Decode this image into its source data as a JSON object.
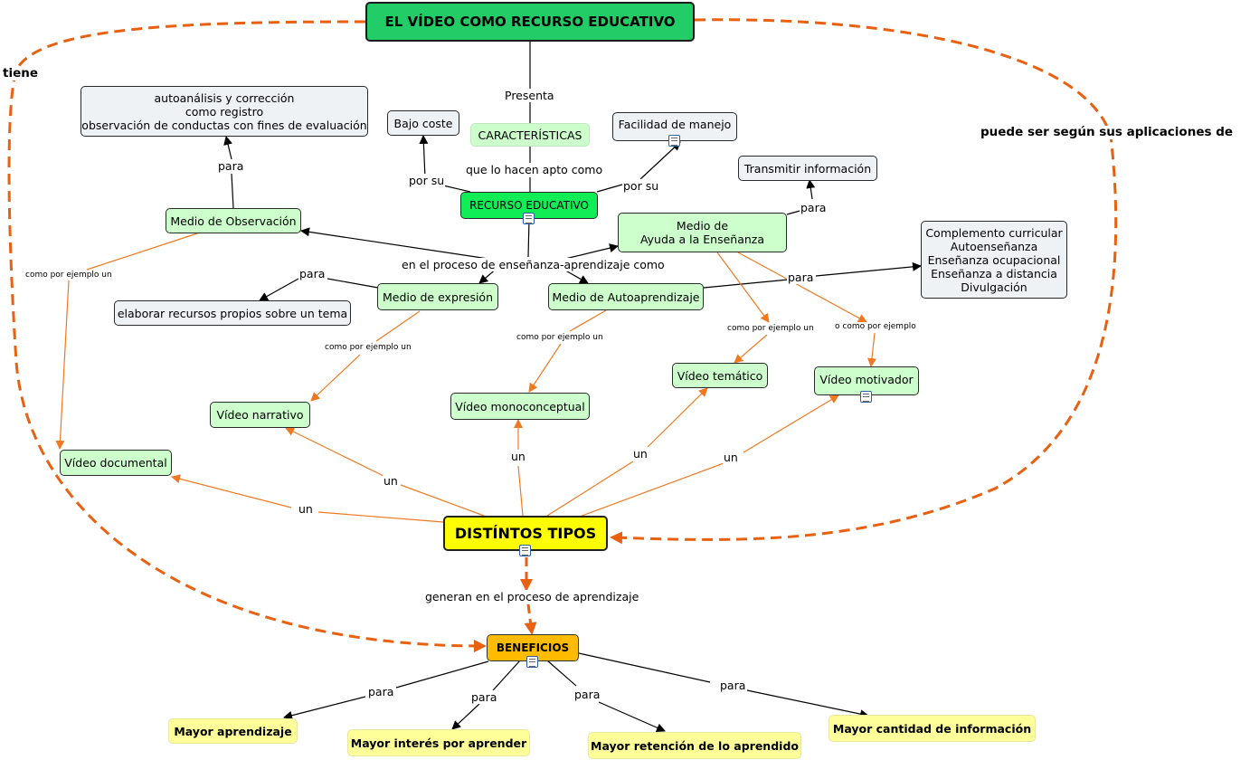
{
  "colors": {
    "black_link": "#000000",
    "orange_link": "#f07820",
    "orange_dashed": "#e86010",
    "concept_green": "#ccffcc",
    "concept_grey": "#eef2f5",
    "title_green": "#22cc66",
    "tipos_yellow": "#ffff00",
    "beneficios_orange": "#ffbb00",
    "result_yellow": "#ffff99"
  },
  "icon": "document-icon",
  "nodes": {
    "title": "EL VÍDEO COMO RECURSO EDUCATIVO",
    "caracteristicas": "CARACTERÍSTICAS",
    "recurso": "RECURSO EDUCATIVO",
    "bajo_coste": "Bajo coste",
    "facilidad": "Facilidad de manejo",
    "autoanalisis": "autoanálisis y corrección\ncomo registro\nobservación de conductas con fines de evaluación",
    "transmitir": "Transmitir información",
    "observacion": "Medio de Observación",
    "ayuda": "Medio de\nAyuda a la Enseñanza",
    "complemento": "Complemento curricular\nAutoenseñanza\nEnseñanza ocupacional\nEnseñanza a distancia\nDivulgación",
    "elaborar": "elaborar recursos propios sobre un tema",
    "expresion": "Medio de expresión",
    "autoaprendizaje": "Medio de Autoaprendizaje",
    "tematico": "Vídeo temático",
    "motivador": "Vídeo motivador",
    "narrativo": "Vídeo narrativo",
    "monoconceptual": "Vídeo monoconceptual",
    "documental": "Vídeo documental",
    "tipos": "DISTÍNTOS TIPOS",
    "beneficios": "BENEFICIOS",
    "mayor_aprendizaje": "Mayor aprendizaje",
    "mayor_interes": "Mayor interés por aprender",
    "mayor_retencion": "Mayor retención de lo aprendido",
    "mayor_cantidad": "Mayor cantidad de información"
  },
  "labels": {
    "tiene": "tiene",
    "puede_ser": "puede ser según sus  aplicaciones de",
    "presenta": "Presenta",
    "que_lo_hacen": "que lo hacen apto como",
    "por_su_1": "por su",
    "por_su_2": "por su",
    "para_obs": "para",
    "para_trans": "para",
    "para_comp": "para",
    "para_elab": "para",
    "proceso": "en el proceso de enseñanza-aprendizaje como",
    "ejemplo_obs": "como por ejemplo un",
    "ejemplo_exp": "como por ejemplo un",
    "ejemplo_auto": "como por ejemplo un",
    "ejemplo_ayuda": "como por ejemplo un",
    "o_ejemplo": "o como por ejemplo",
    "un_1": "un",
    "un_2": "un",
    "un_3": "un",
    "un_4": "un",
    "un_5": "un",
    "generan": "generan en el proceso de aprendizaje",
    "para_b1": "para",
    "para_b2": "para",
    "para_b3": "para",
    "para_b4": "para"
  }
}
